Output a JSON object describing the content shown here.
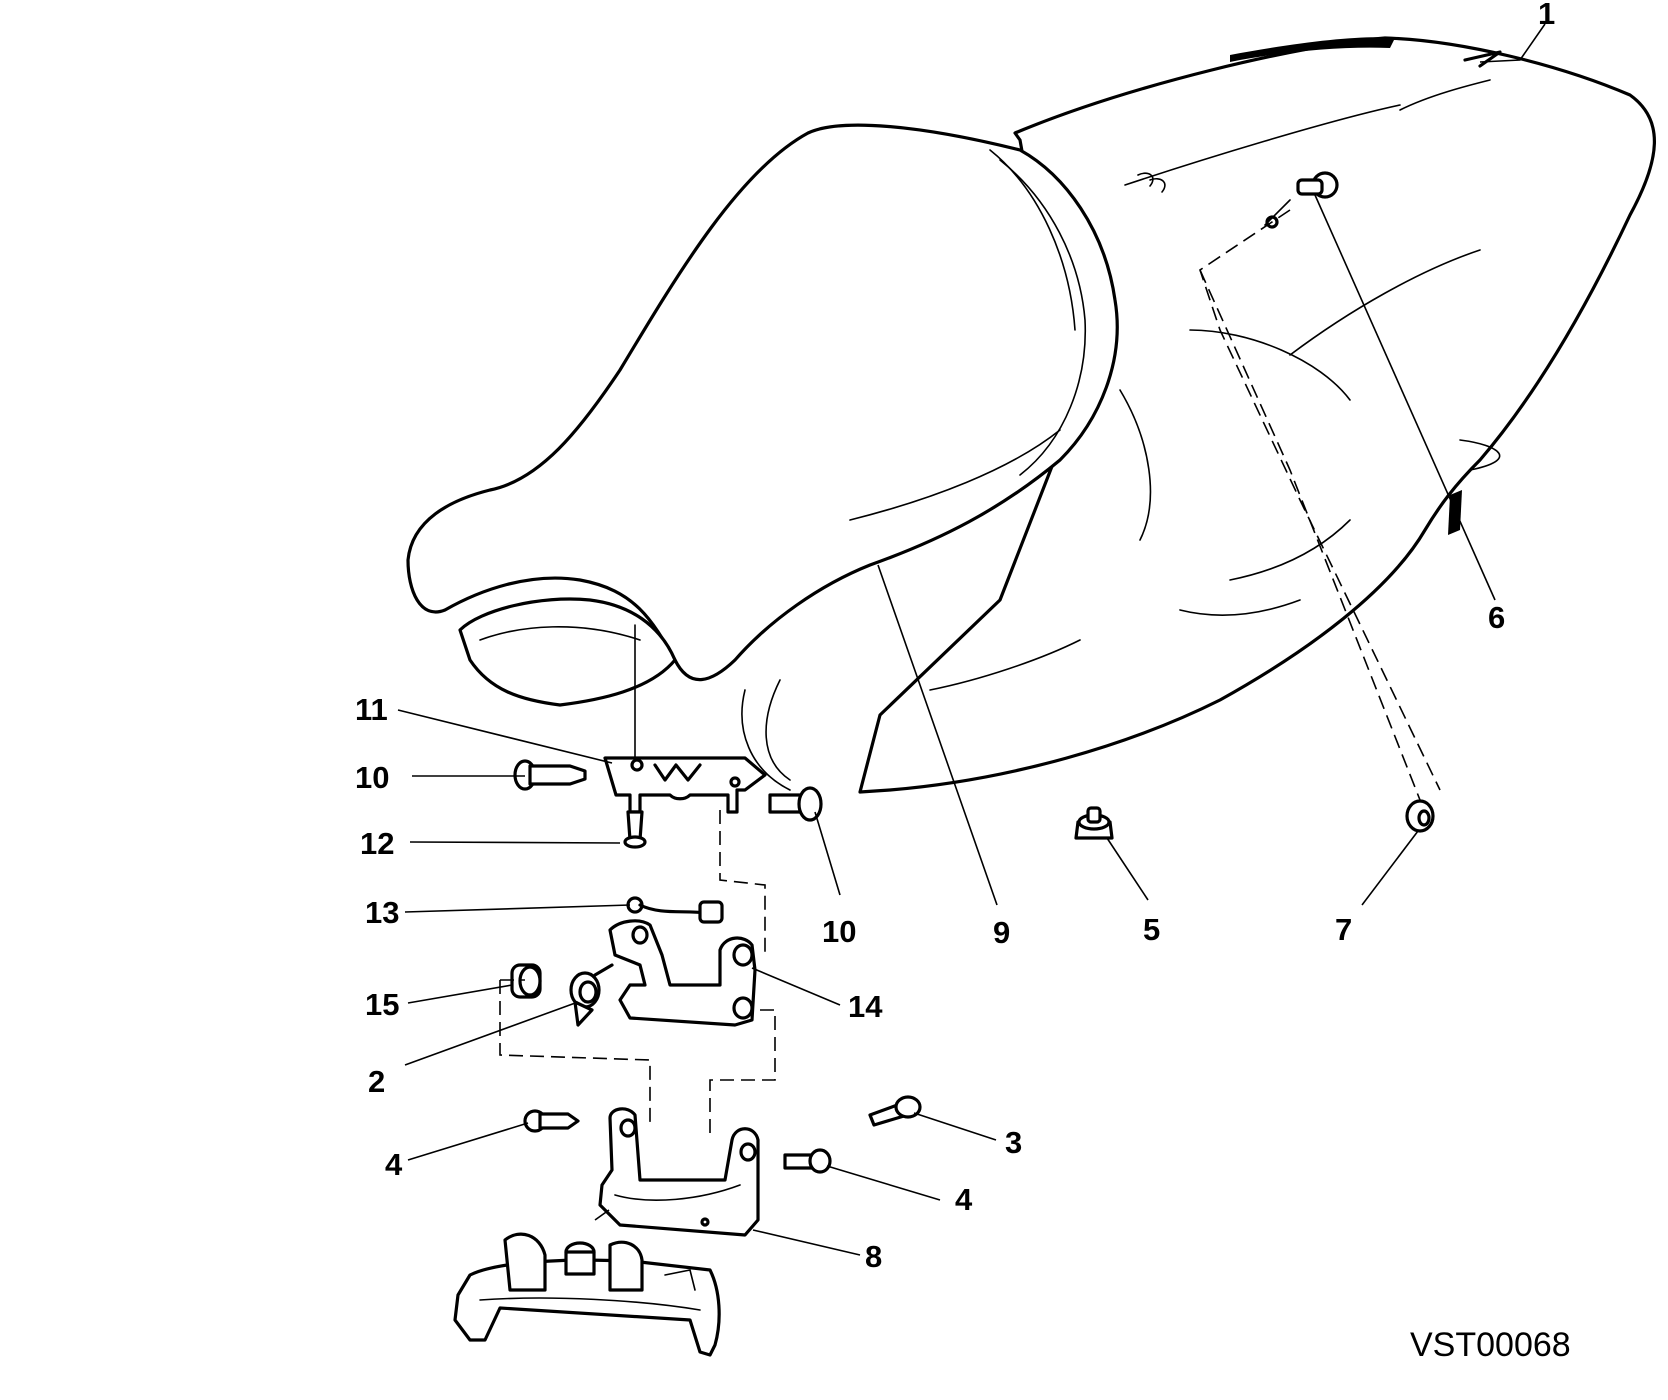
{
  "callouts": {
    "c1": "1",
    "c2": "2",
    "c3": "3",
    "c4a": "4",
    "c4b": "4",
    "c5": "5",
    "c6": "6",
    "c7": "7",
    "c8": "8",
    "c9": "9",
    "c10a": "10",
    "c10b": "10",
    "c11": "11",
    "c12": "12",
    "c13": "13",
    "c14": "14",
    "c15": "15"
  },
  "drawing_code": "VST00068"
}
